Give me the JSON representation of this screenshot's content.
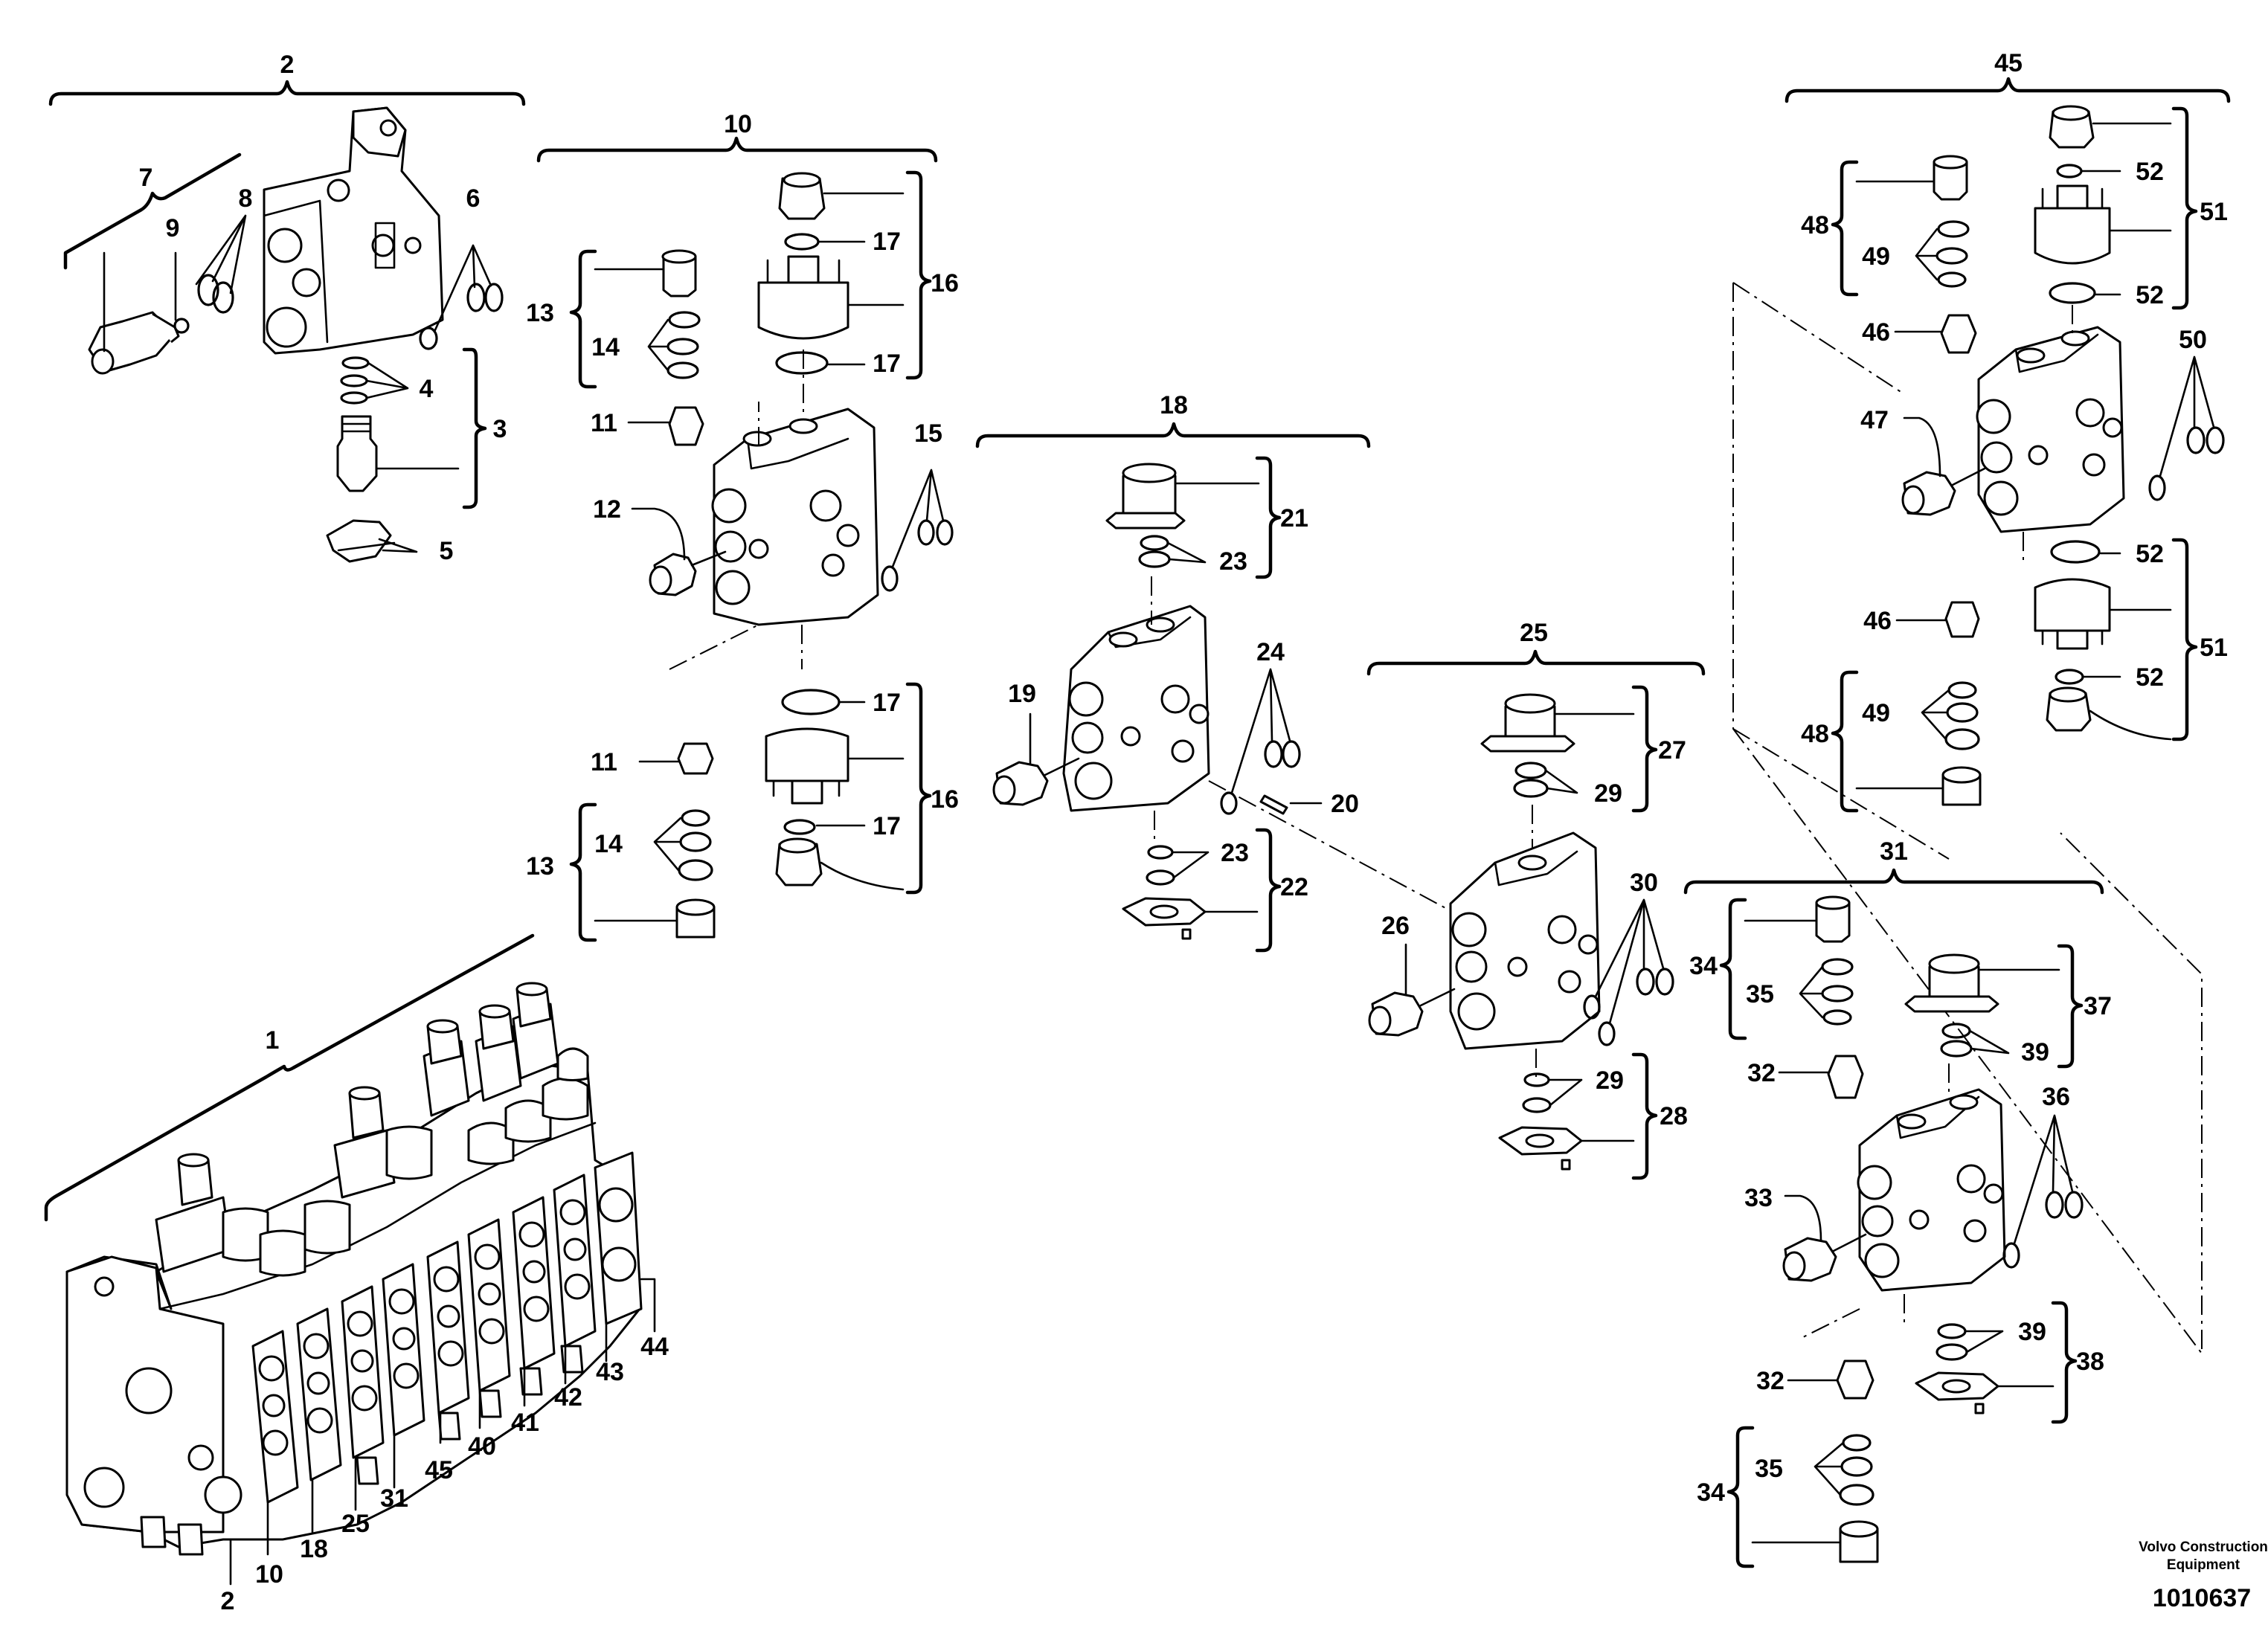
{
  "diagram": {
    "brand_line1": "Volvo Construction",
    "brand_line2": "Equipment",
    "document_number": "1010637",
    "callouts": {
      "c1": "1",
      "c2": "2",
      "c3": "3",
      "c4": "4",
      "c5": "5",
      "c6": "6",
      "c7": "7",
      "c8": "8",
      "c9": "9",
      "c10": "10",
      "c11": "11",
      "c12": "12",
      "c13": "13",
      "c14": "14",
      "c15": "15",
      "c16": "16",
      "c17": "17",
      "c18": "18",
      "c19": "19",
      "c20": "20",
      "c21": "21",
      "c22": "22",
      "c23": "23",
      "c24": "24",
      "c25": "25",
      "c26": "26",
      "c27": "27",
      "c28": "28",
      "c29": "29",
      "c30": "30",
      "c31": "31",
      "c32": "32",
      "c33": "33",
      "c34": "34",
      "c35": "35",
      "c36": "36",
      "c37": "37",
      "c38": "38",
      "c39": "39",
      "c40": "40",
      "c41": "41",
      "c42": "42",
      "c43": "43",
      "c44": "44",
      "c45": "45",
      "c46": "46",
      "c47": "47",
      "c48": "48",
      "c49": "49",
      "c50": "50",
      "c51": "51",
      "c52": "52"
    }
  }
}
